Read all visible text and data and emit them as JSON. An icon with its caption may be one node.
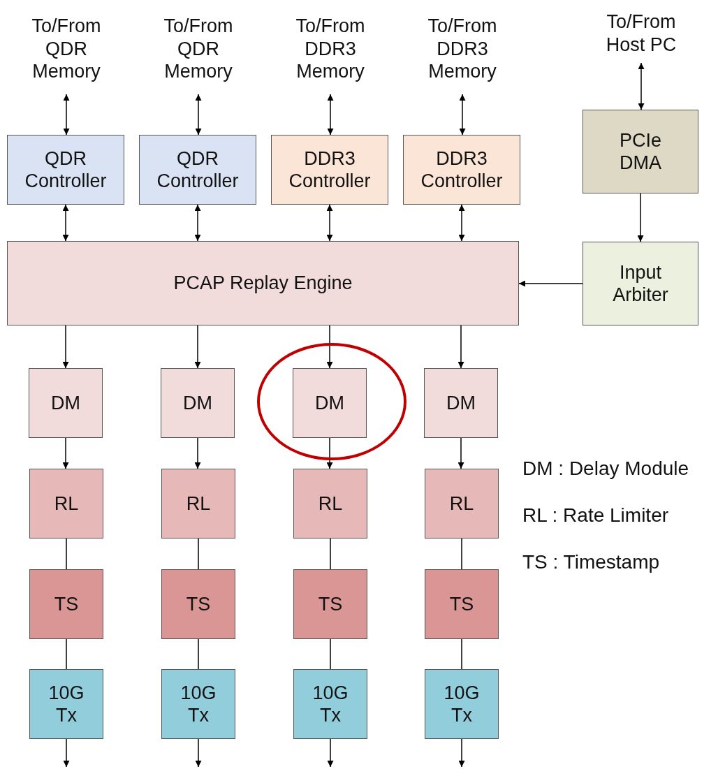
{
  "diagram": {
    "nodes": [
      {
        "text": [
          "To/From QDR Memory"
        ]
      },
      {
        "text": [
          "To/From QDR Memory"
        ]
      },
      {
        "text": [
          "To/From DDR3 Memory"
        ]
      },
      {
        "text": [
          "To/From DDR3 Memory"
        ]
      },
      {
        "text": [
          "To/From Host PC"
        ]
      },
      {
        "text": [
          "QDR Controller"
        ]
      },
      {
        "text": [
          "QDR Controller"
        ]
      },
      {
        "text": [
          "DDR3 Controller"
        ]
      },
      {
        "text": [
          "DDR3 Controller"
        ]
      },
      {
        "text": [
          "PCIe DMA"
        ]
      },
      {
        "text": [
          "PCAP Replay Engine"
        ]
      },
      {
        "text": [
          "Input Arbiter"
        ]
      },
      {
        "text": [
          "DM"
        ]
      },
      {
        "text": [
          "DM"
        ]
      },
      {
        "text": [],
        "shape": "circle"
      },
      {
        "text": [
          "DM"
        ],
        "in": 14
      },
      {
        "text": [
          "DM"
        ]
      },
      {
        "text": [
          "RL"
        ]
      },
      {
        "text": [
          "RL"
        ]
      },
      {
        "text": [
          "RL"
        ]
      },
      {
        "text": [
          "RL"
        ]
      },
      {
        "text": [
          "TS"
        ]
      },
      {
        "text": [
          "TS"
        ]
      },
      {
        "text": [
          "TS"
        ]
      },
      {
        "text": [
          "TS"
        ]
      },
      {
        "text": [
          "10G Tx"
        ]
      },
      {
        "text": [
          "10G Tx"
        ]
      },
      {
        "text": [
          "10G Tx"
        ]
      },
      {
        "text": [
          "10G Tx"
        ]
      }
    ],
    "edges": [
      {
        "from": 0,
        "to": 5,
        "arrow": "both"
      },
      {
        "from": 1,
        "to": 6,
        "arrow": "both"
      },
      {
        "from": 2,
        "to": 7,
        "arrow": "both"
      },
      {
        "from": 3,
        "to": 8,
        "arrow": "both"
      },
      {
        "from": 4,
        "to": 9,
        "arrow": "both"
      },
      {
        "from": 5,
        "to": 10,
        "arrow": "both"
      },
      {
        "from": 6,
        "to": 10,
        "arrow": "both"
      },
      {
        "from": 7,
        "to": 10,
        "arrow": "both"
      },
      {
        "from": 8,
        "to": 10,
        "arrow": "both"
      },
      {
        "from": 9,
        "to": 11,
        "arrow": "to"
      },
      {
        "from": 11,
        "to": 10,
        "arrow": "to"
      },
      {
        "from": 10,
        "to": 12,
        "arrow": "to"
      },
      {
        "from": 10,
        "to": 13,
        "arrow": "to"
      },
      {
        "from": 10,
        "to": 15,
        "arrow": "to"
      },
      {
        "from": 10,
        "to": 16,
        "arrow": "to"
      },
      {
        "from": 12,
        "to": 17,
        "arrow": "to"
      },
      {
        "from": 13,
        "to": 18,
        "arrow": "to"
      },
      {
        "from": 15,
        "to": 19,
        "arrow": "to"
      },
      {
        "from": 16,
        "to": 20,
        "arrow": "to"
      },
      {
        "from": 17,
        "to": 21,
        "arrow": "none"
      },
      {
        "from": 18,
        "to": 22,
        "arrow": "none"
      },
      {
        "from": 19,
        "to": 23,
        "arrow": "none"
      },
      {
        "from": 20,
        "to": 24,
        "arrow": "none"
      },
      {
        "from": 21,
        "to": 25,
        "arrow": "none"
      },
      {
        "from": 22,
        "to": 26,
        "arrow": "none"
      },
      {
        "from": 23,
        "to": 27,
        "arrow": "none"
      },
      {
        "from": 24,
        "to": 28,
        "arrow": "none"
      },
      {
        "from": 25,
        "to": null,
        "arrow": "to"
      },
      {
        "from": 26,
        "to": null,
        "arrow": "to"
      },
      {
        "from": 27,
        "to": null,
        "arrow": "to"
      },
      {
        "from": 28,
        "to": null,
        "arrow": "to"
      }
    ],
    "labels": [
      "DM : Delay Module",
      "RL : Rate Limiter",
      "TS : Timestamp"
    ]
  }
}
